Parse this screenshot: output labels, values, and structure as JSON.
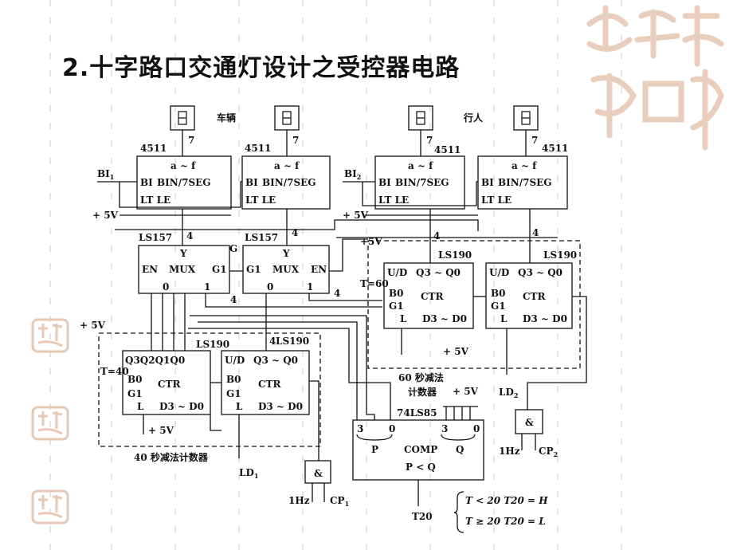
{
  "slide": {
    "title_number": "2.",
    "title_text": "十字路口交通灯设计之受控器电路",
    "watermark_text": "吉祥如意"
  },
  "diagram": {
    "labels": {
      "vehicle": "车辆",
      "pedestrian": "行人",
      "chip_4511_a": "4511",
      "chip_4511_b": "4511",
      "chip_4511_c": "4511",
      "chip_4511_d": "4511",
      "decoder_top": "a ~ f",
      "decoder_bi": "BI",
      "decoder_bin": "BIN/7SEG",
      "decoder_ltle": "LT LE",
      "pin7": "7",
      "pin4": "4",
      "bi1": "BI",
      "bi1_sub": "1",
      "bi2": "BI",
      "bi2_sub": "2",
      "plus5v": "+ 5V",
      "plus5v_b": "+5V",
      "ls157_a": "LS157",
      "ls157_b": "LS157",
      "mux_y": "Y",
      "mux": "MUX",
      "mux_en": "EN",
      "mux_g1": "G1",
      "mux_0": "0",
      "mux_1": "1",
      "g_label": "G",
      "ls190_a": "LS190",
      "ls190_b": "LS190",
      "ls190_c": "LS190",
      "ls190_d": "LS190",
      "ud": "U/D",
      "q3q0": "Q3 ~ Q0",
      "q3q2q1q0": "Q3Q2Q1Q0",
      "ctr": "CTR",
      "b0": "B0",
      "g1": "G1",
      "l": "L",
      "d3d0": "D3 ~ D0",
      "t40": "T=40",
      "t60": "T=60",
      "counter40": "40 秒减法计数器",
      "counter60_a": "60 秒减法",
      "counter60_b": "计数器",
      "ld1": "LD",
      "ld1_sub": "1",
      "ld2": "LD",
      "ld2_sub": "2",
      "and_sym": "&",
      "one_hz": "1Hz",
      "cp1": "CP",
      "cp1_sub": "1",
      "cp2": "CP",
      "cp2_sub": "2",
      "ls85": "74LS85",
      "comp_3a": "3",
      "comp_0a": "0",
      "comp_3b": "3",
      "comp_0b": "0",
      "comp_p": "P",
      "comp_q": "Q",
      "comp": "COMP",
      "comp_plq": "P < Q",
      "t20": "T20",
      "cond1": "T < 20  T20 = H",
      "cond2": "T ≥ 20  T20 = L"
    }
  }
}
